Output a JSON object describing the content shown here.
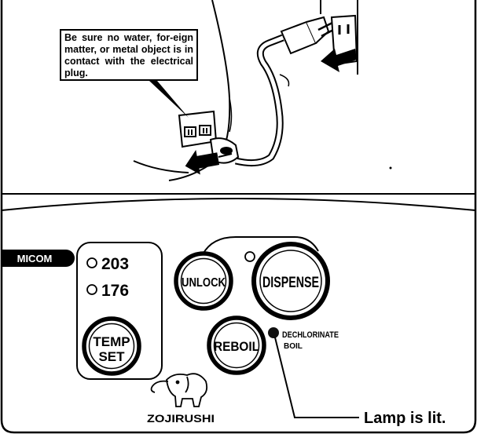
{
  "callout": {
    "text": "Be sure no water, for-eign matter, or metal object is in contact with the electrical plug."
  },
  "panel": {
    "micom_label": "MICOM",
    "temp_options": [
      "203",
      "176"
    ],
    "temp_set_label_line1": "TEMP",
    "temp_set_label_line2": "SET",
    "unlock_label": "UNLOCK",
    "dispense_label": "DISPENSE",
    "reboil_label": "REBOIL",
    "dechlorinate_label_line1": "DECHLORINATE",
    "dechlorinate_label_line2": "BOIL",
    "brand": "ZOJIRUSHI"
  },
  "annotation": {
    "lamp_text": "Lamp is lit."
  },
  "colors": {
    "ink": "#000000",
    "paper": "#ffffff",
    "lamp": "#111111"
  }
}
